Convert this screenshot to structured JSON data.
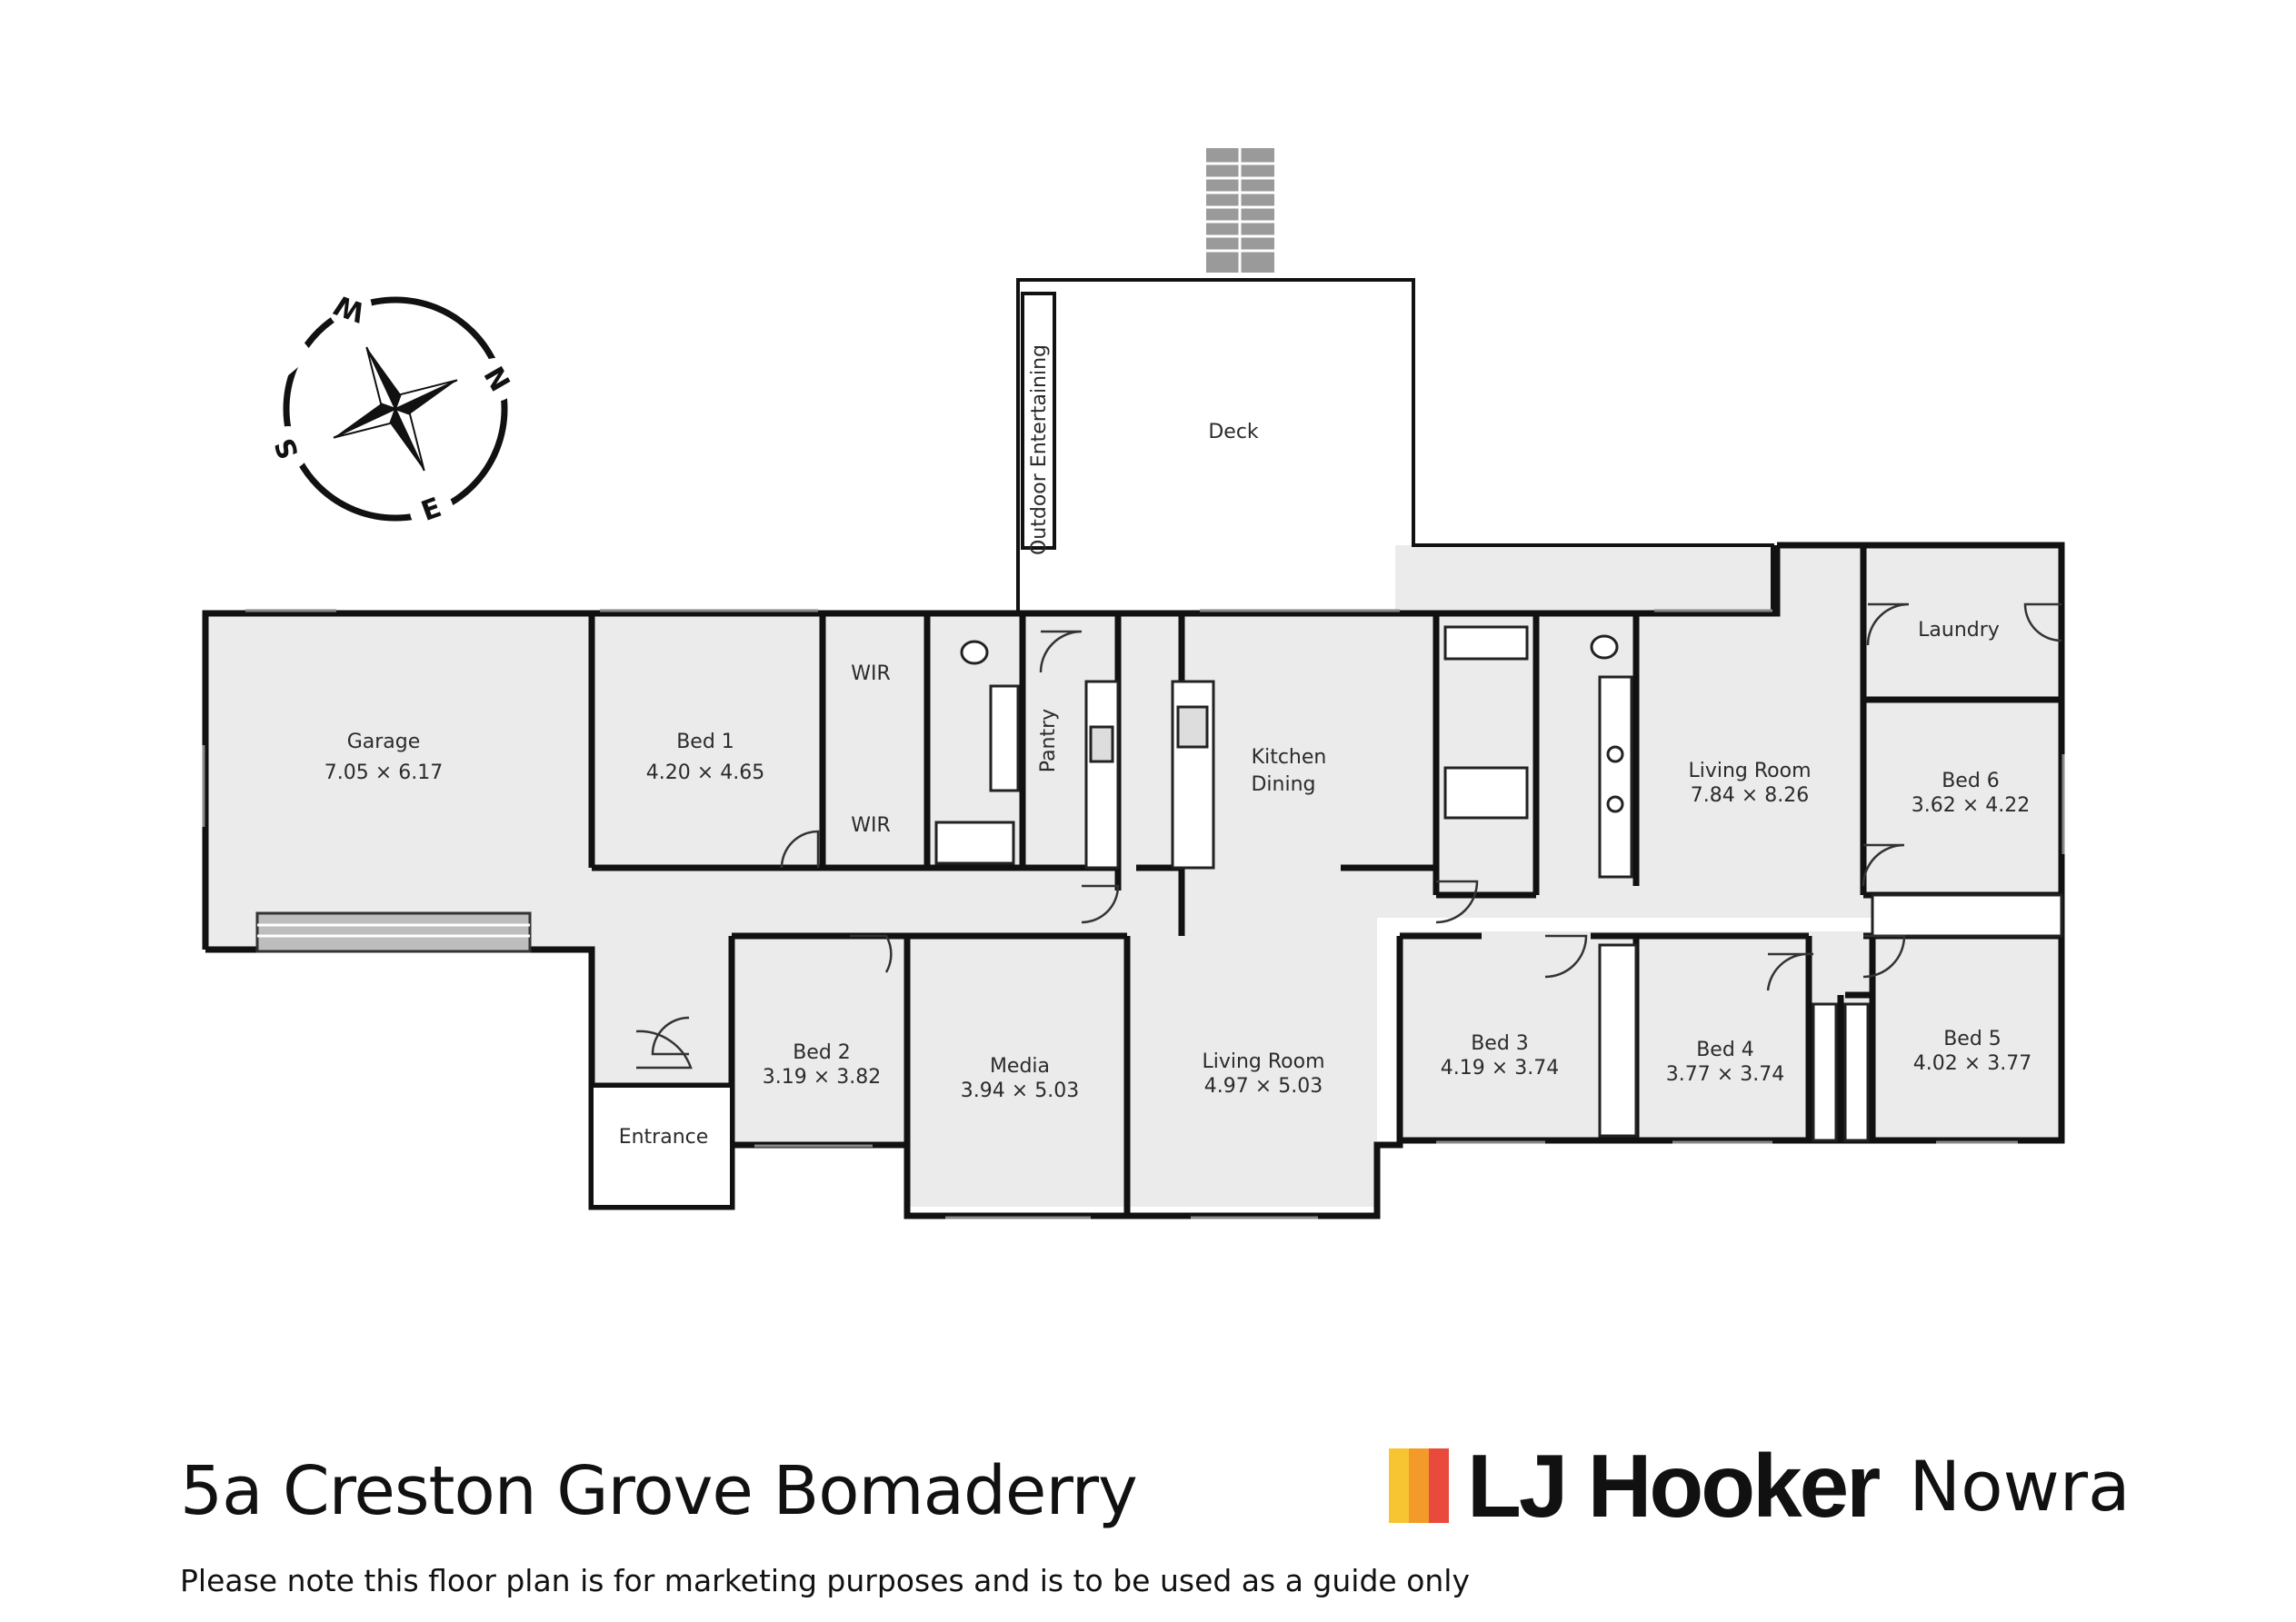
{
  "rooms": [
    {
      "key": "deck",
      "name": "Deck",
      "dims": ""
    },
    {
      "key": "outdoor",
      "name": "Outdoor Entertaining",
      "dims": ""
    },
    {
      "key": "garage",
      "name": "Garage",
      "dims": "7.05 × 6.17"
    },
    {
      "key": "bed1",
      "name": "Bed 1",
      "dims": "4.20 × 4.65"
    },
    {
      "key": "wir1",
      "name": "WIR",
      "dims": ""
    },
    {
      "key": "wir2",
      "name": "WIR",
      "dims": ""
    },
    {
      "key": "pantry",
      "name": "Pantry",
      "dims": ""
    },
    {
      "key": "kitchen",
      "name": "Kitchen",
      "dims": "Dining"
    },
    {
      "key": "living1",
      "name": "Living Room",
      "dims": "7.84 × 8.26"
    },
    {
      "key": "laundry",
      "name": "Laundry",
      "dims": ""
    },
    {
      "key": "bed6",
      "name": "Bed 6",
      "dims": "3.62 × 4.22"
    },
    {
      "key": "bed2",
      "name": "Bed 2",
      "dims": "3.19 × 3.82"
    },
    {
      "key": "media",
      "name": "Media",
      "dims": "3.94 × 5.03"
    },
    {
      "key": "living2",
      "name": "Living Room",
      "dims": "4.97 × 5.03"
    },
    {
      "key": "bed3",
      "name": "Bed 3",
      "dims": "4.19 × 3.74"
    },
    {
      "key": "bed4",
      "name": "Bed 4",
      "dims": "3.77 × 3.74"
    },
    {
      "key": "bed5",
      "name": "Bed 5",
      "dims": "4.02 × 3.77"
    },
    {
      "key": "entrance",
      "name": "Entrance",
      "dims": ""
    }
  ],
  "compass": {
    "n": "N",
    "e": "E",
    "s": "S",
    "w": "W"
  },
  "footer": {
    "address": "5a Creston Grove Bomaderry",
    "disclaimer": "Please note this floor plan is for marketing purposes and is to be used as a guide only"
  },
  "brand": {
    "name": "LJ Hooker",
    "office": "Nowra",
    "colors": [
      "#f7c531",
      "#f39a2b",
      "#ea4a3c"
    ]
  },
  "colors": {
    "floor": "#ebebeb",
    "wall": "#111111",
    "paper": "#ffffff"
  }
}
